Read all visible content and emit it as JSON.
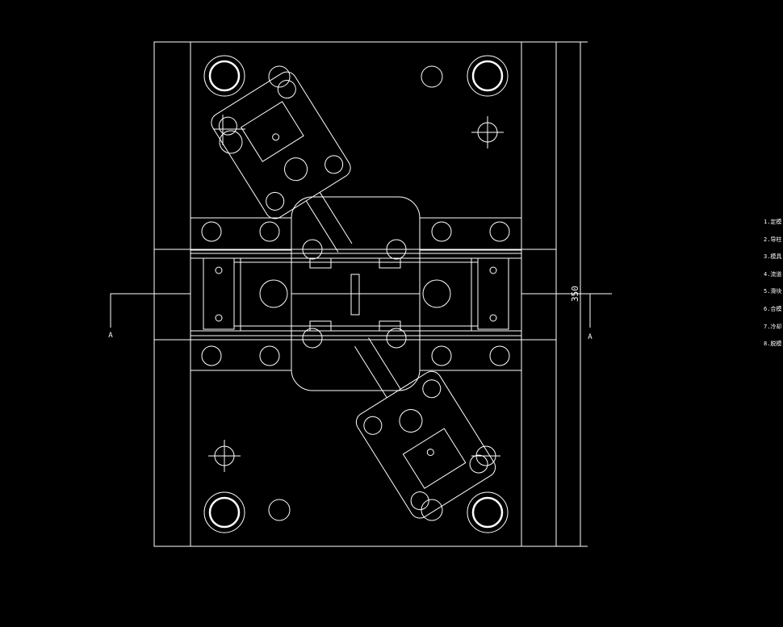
{
  "drawing": {
    "dimension_label": "350",
    "section_marks": [
      "A",
      "A"
    ]
  },
  "notes": [
    "1.定模",
    "2.导柱",
    "3.模具",
    "4.流道",
    "5.滑块",
    "6.合模",
    "7.冷却",
    "8.脱模"
  ],
  "colors": {
    "background": "#000000",
    "line": "#ffffff"
  }
}
